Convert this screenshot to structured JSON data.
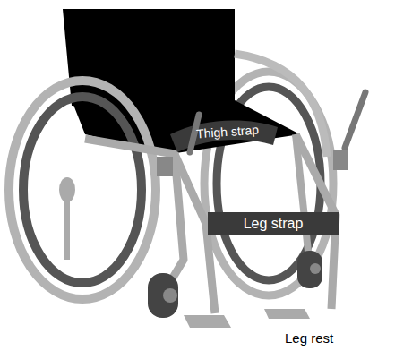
{
  "diagram": {
    "nodes": [
      {
        "text": [
          "Thigh strap"
        ]
      },
      {
        "text": [
          "Leg strap"
        ]
      }
    ],
    "labels": [
      "Leg rest"
    ]
  }
}
